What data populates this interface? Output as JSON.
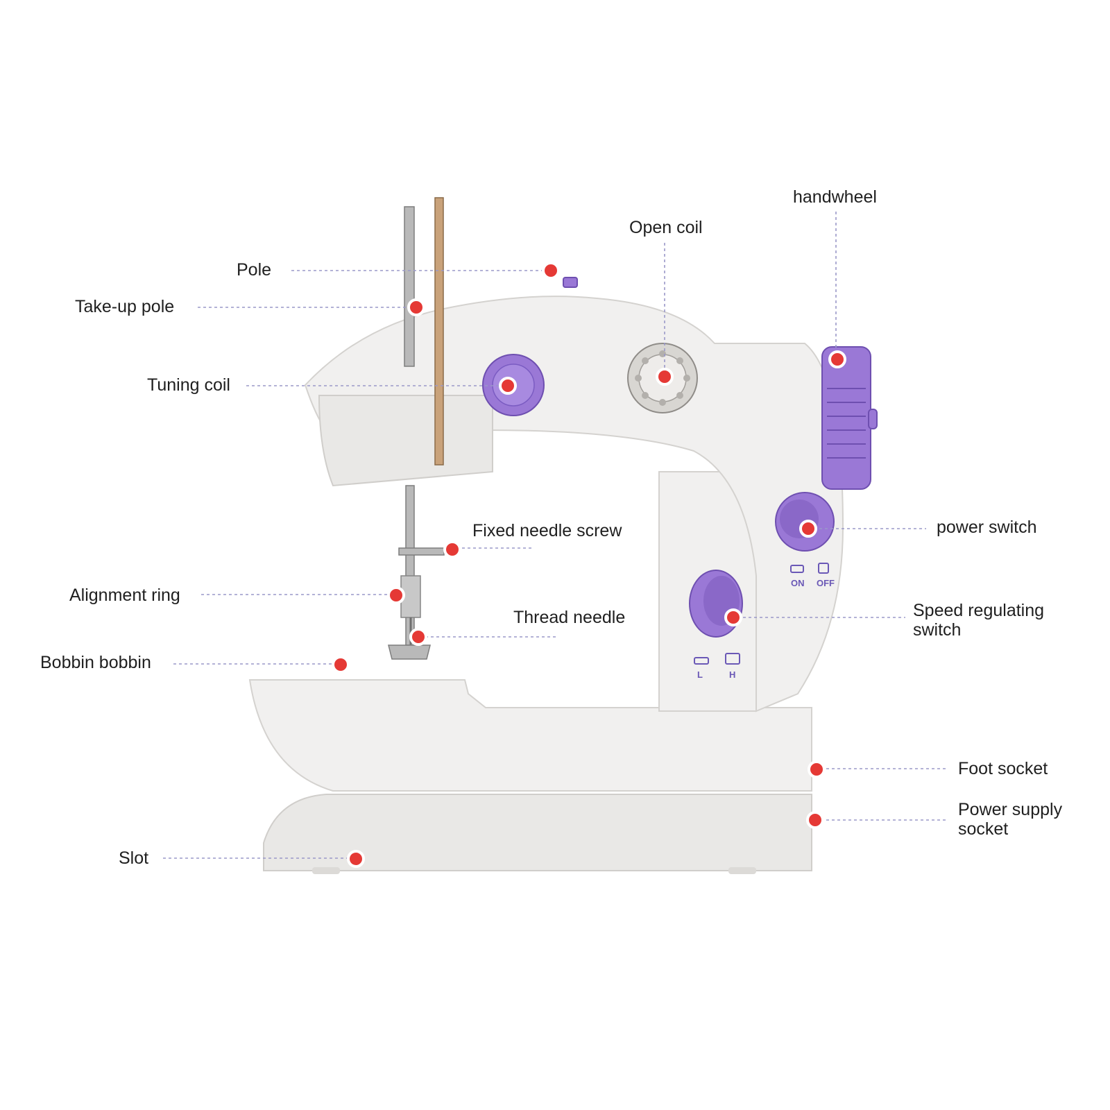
{
  "labels": {
    "pole": "Pole",
    "take_up_pole": "Take-up pole",
    "tuning_coil": "Tuning coil",
    "open_coil": "Open coil",
    "handwheel": "handwheel",
    "power_switch": "power switch",
    "fixed_needle_screw": "Fixed needle screw",
    "alignment_ring": "Alignment ring",
    "thread_needle": "Thread needle",
    "speed_regulating_switch_line1": "Speed regulating",
    "speed_regulating_switch_line2": "switch",
    "bobbin_bobbin": "Bobbin bobbin",
    "foot_socket": "Foot socket",
    "power_supply_socket_line1": "Power supply",
    "power_supply_socket_line2": "socket",
    "slot": "Slot"
  },
  "machine_marks": {
    "on": "ON",
    "off": "OFF",
    "low": "L",
    "high": "H"
  },
  "colors": {
    "marker": "#e53935",
    "leader_line": "#9a98c8",
    "accent_purple": "#9a78d6"
  }
}
